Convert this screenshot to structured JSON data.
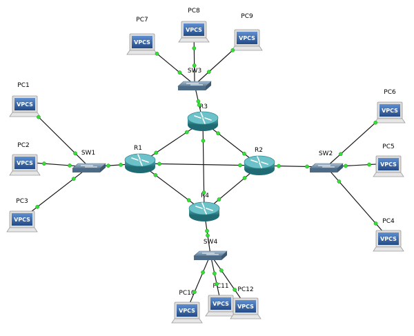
{
  "diagram": {
    "nodes": [
      {
        "id": "PC1",
        "label": "PC1",
        "kind": "pc",
        "badge": "VPCS"
      },
      {
        "id": "PC2",
        "label": "PC2",
        "kind": "pc",
        "badge": "VPCS"
      },
      {
        "id": "PC3",
        "label": "PC3",
        "kind": "pc",
        "badge": "VPCS"
      },
      {
        "id": "PC4",
        "label": "PC4",
        "kind": "pc",
        "badge": "VPCS"
      },
      {
        "id": "PC5",
        "label": "PC5",
        "kind": "pc",
        "badge": "VPCS"
      },
      {
        "id": "PC6",
        "label": "PC6",
        "kind": "pc",
        "badge": "VPCS"
      },
      {
        "id": "PC7",
        "label": "PC7",
        "kind": "pc",
        "badge": "VPCS"
      },
      {
        "id": "PC8",
        "label": "PC8",
        "kind": "pc",
        "badge": "VPCS"
      },
      {
        "id": "PC9",
        "label": "PC9",
        "kind": "pc",
        "badge": "VPCS"
      },
      {
        "id": "PC10",
        "label": "PC10",
        "kind": "pc",
        "badge": "VPCS"
      },
      {
        "id": "PC11",
        "label": "PC11",
        "kind": "pc",
        "badge": "VPCS"
      },
      {
        "id": "PC12",
        "label": "PC12",
        "kind": "pc",
        "badge": "VPCS"
      },
      {
        "id": "SW1",
        "label": "SW1",
        "kind": "switch"
      },
      {
        "id": "SW2",
        "label": "SW2",
        "kind": "switch"
      },
      {
        "id": "SW3",
        "label": "SW3",
        "kind": "switch"
      },
      {
        "id": "SW4",
        "label": "SW4",
        "kind": "switch"
      },
      {
        "id": "R1",
        "label": "R1",
        "kind": "router"
      },
      {
        "id": "R2",
        "label": "R2",
        "kind": "router"
      },
      {
        "id": "R3",
        "label": "R3",
        "kind": "router"
      },
      {
        "id": "R4",
        "label": "R4",
        "kind": "router"
      }
    ],
    "links": [
      [
        "PC1",
        "SW1"
      ],
      [
        "PC2",
        "SW1"
      ],
      [
        "PC3",
        "SW1"
      ],
      [
        "SW1",
        "R1"
      ],
      [
        "PC4",
        "SW2"
      ],
      [
        "PC5",
        "SW2"
      ],
      [
        "PC6",
        "SW2"
      ],
      [
        "SW2",
        "R2"
      ],
      [
        "PC7",
        "SW3"
      ],
      [
        "PC8",
        "SW3"
      ],
      [
        "PC9",
        "SW3"
      ],
      [
        "SW3",
        "R3"
      ],
      [
        "PC10",
        "SW4"
      ],
      [
        "PC11",
        "SW4"
      ],
      [
        "PC12",
        "SW4"
      ],
      [
        "SW4",
        "R4"
      ],
      [
        "R1",
        "R3"
      ],
      [
        "R1",
        "R4"
      ],
      [
        "R1",
        "R2"
      ],
      [
        "R2",
        "R3"
      ],
      [
        "R2",
        "R4"
      ],
      [
        "R3",
        "R4"
      ]
    ],
    "colors": {
      "router_body": "#2f8a93",
      "router_top": "#5bb3ba",
      "switch_body": "#6f8ea8",
      "switch_top": "#9db6cb",
      "pc_screen": "#2f5f9e",
      "port": "#33e033",
      "link": "#1a1a1a"
    }
  }
}
